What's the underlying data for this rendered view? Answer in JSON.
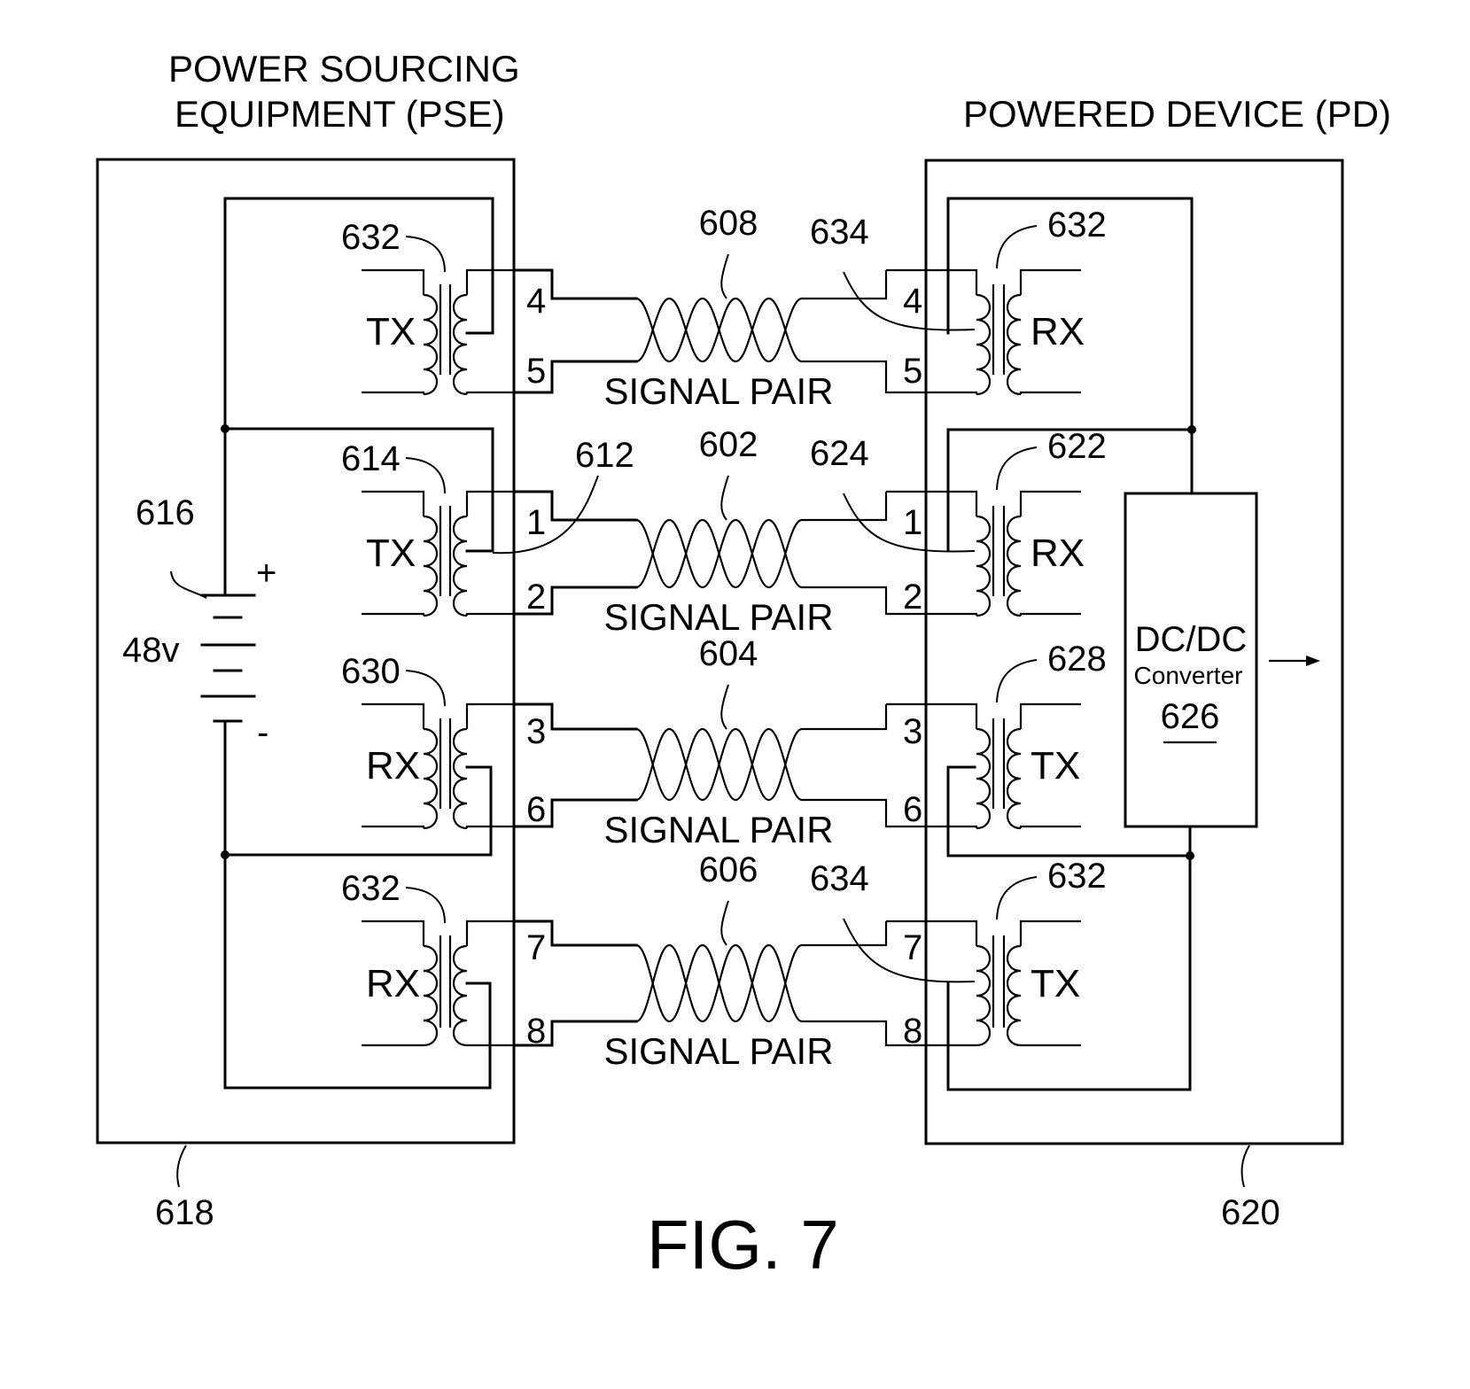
{
  "figure": {
    "caption": "FIG. 7",
    "type": "circuit schematic"
  },
  "pse": {
    "title_line1": "POWER SOURCING",
    "title_line2": "EQUIPMENT (PSE)",
    "ref": "618",
    "battery": {
      "ref": "616",
      "voltage": "48v",
      "plus": "+",
      "minus": "-"
    },
    "transformers": [
      {
        "ref": "632",
        "role": "TX",
        "pins": [
          "4",
          "5"
        ]
      },
      {
        "ref": "614",
        "role": "TX",
        "pins": [
          "1",
          "2"
        ],
        "connector_ref": "612"
      },
      {
        "ref": "630",
        "role": "RX",
        "pins": [
          "3",
          "6"
        ]
      },
      {
        "ref": "632",
        "role": "RX",
        "pins": [
          "7",
          "8"
        ]
      }
    ]
  },
  "pd": {
    "title": "POWERED DEVICE (PD)",
    "ref": "620",
    "converter": {
      "line1": "DC/DC",
      "line2": "Converter",
      "ref": "626",
      "output_arrow": "→"
    },
    "transformers": [
      {
        "ref": "632",
        "role": "RX",
        "pins": [
          "4",
          "5"
        ],
        "connector_ref": "634"
      },
      {
        "ref": "622",
        "role": "RX",
        "pins": [
          "1",
          "2"
        ],
        "connector_ref": "624"
      },
      {
        "ref": "628",
        "role": "TX",
        "pins": [
          "3",
          "6"
        ]
      },
      {
        "ref": "632",
        "role": "TX",
        "pins": [
          "7",
          "8"
        ],
        "connector_ref": "634"
      }
    ]
  },
  "signal_pairs": [
    {
      "ref": "608",
      "label": "SIGNAL PAIR"
    },
    {
      "ref": "602",
      "label": "SIGNAL PAIR"
    },
    {
      "ref": "604",
      "label": "SIGNAL PAIR"
    },
    {
      "ref": "606",
      "label": "SIGNAL PAIR"
    }
  ]
}
